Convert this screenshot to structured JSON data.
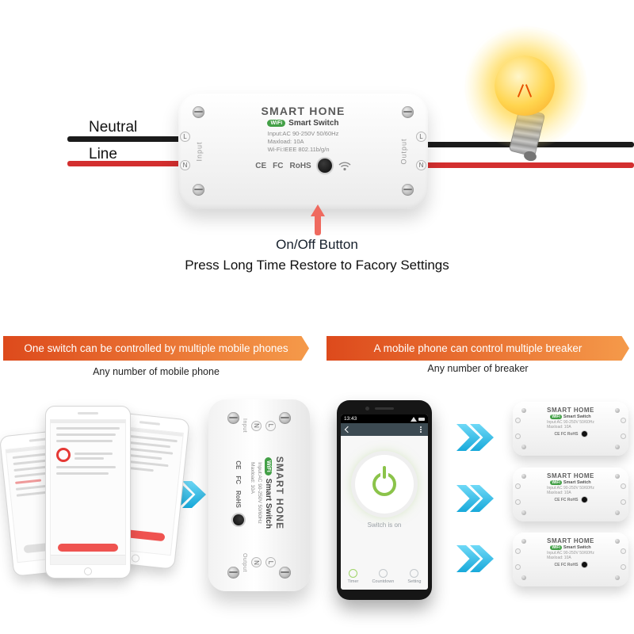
{
  "diagram": {
    "wiring": {
      "neutral_label": "Neutral",
      "line_label": "Line"
    },
    "callout": {
      "button_label": "On/Off Button",
      "instruction": "Press Long Time Restore to Facory Settings"
    }
  },
  "device": {
    "brand": "SMART HONE",
    "wifi_badge": "WiFi",
    "product_name": "Smart Switch",
    "spec_input": "Input:AC 90-250V 50/60Hz",
    "spec_maxload": "Maxload: 10A",
    "spec_wifi": "Wi-Fi:IEEE 802.11b/g/n",
    "cert_ce": "CE",
    "cert_fcc": "FC",
    "cert_rohs": "RoHS",
    "input_label": "Input",
    "output_label": "Output",
    "terminal_l": "L",
    "terminal_n": "N"
  },
  "banners": {
    "left_title": "One switch can be controlled by multiple mobile phones",
    "left_subtitle": "Any number of mobile phone",
    "right_title": "A mobile phone can control multiple breaker",
    "right_subtitle": "Any number of breaker"
  },
  "app_phone": {
    "status_time": "13:43",
    "switch_status": "Switch is on",
    "menu_timer": "Timer",
    "menu_countdown": "Countdown",
    "menu_setting": "Setting"
  },
  "mini_switch": {
    "brand": "SMART HOME",
    "wifi_badge": "WiFi",
    "product_name": "Smart Switch",
    "spec_input": "Input:AC 90-250V 50/60Hz",
    "spec_maxload": "Maxload: 10A",
    "cert": "CE FC RoHS"
  },
  "colors": {
    "banner_gradient_start": "#dd4a1c",
    "banner_gradient_end": "#f59a4a",
    "arrow_cyan": "#18a9da",
    "wire_red": "#d32f2f",
    "wire_black": "#1b1b1b",
    "wifi_badge_green": "#43a047",
    "power_green": "#8bc34a",
    "callout_arrow_red": "#ef6a5f",
    "bulb_yellow": "#ffd54f"
  }
}
